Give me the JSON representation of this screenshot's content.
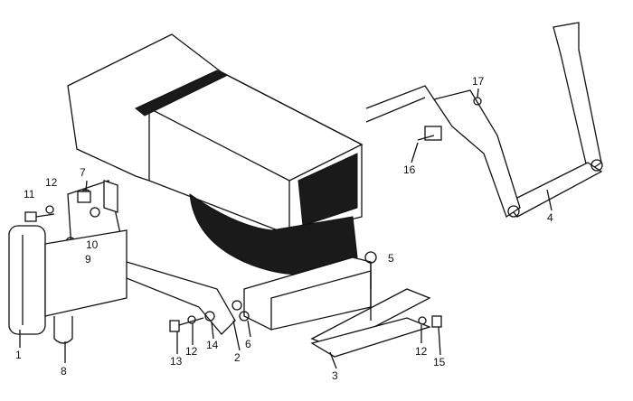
{
  "diagram": {
    "type": "exploded-parts-view",
    "callouts": [
      {
        "id": "c11",
        "text": "11"
      },
      {
        "id": "c12a",
        "text": "12"
      },
      {
        "id": "c7",
        "text": "7"
      },
      {
        "id": "c10",
        "text": "10"
      },
      {
        "id": "c9",
        "text": "9"
      },
      {
        "id": "c1",
        "text": "1"
      },
      {
        "id": "c8",
        "text": "8"
      },
      {
        "id": "c13",
        "text": "13"
      },
      {
        "id": "c12b",
        "text": "12"
      },
      {
        "id": "c14",
        "text": "14"
      },
      {
        "id": "c2",
        "text": "2"
      },
      {
        "id": "c6",
        "text": "6"
      },
      {
        "id": "c3",
        "text": "3"
      },
      {
        "id": "c5",
        "text": "5"
      },
      {
        "id": "c12c",
        "text": "12"
      },
      {
        "id": "c15",
        "text": "15"
      },
      {
        "id": "c4",
        "text": "4"
      },
      {
        "id": "c16",
        "text": "16"
      },
      {
        "id": "c17",
        "text": "17"
      }
    ]
  }
}
